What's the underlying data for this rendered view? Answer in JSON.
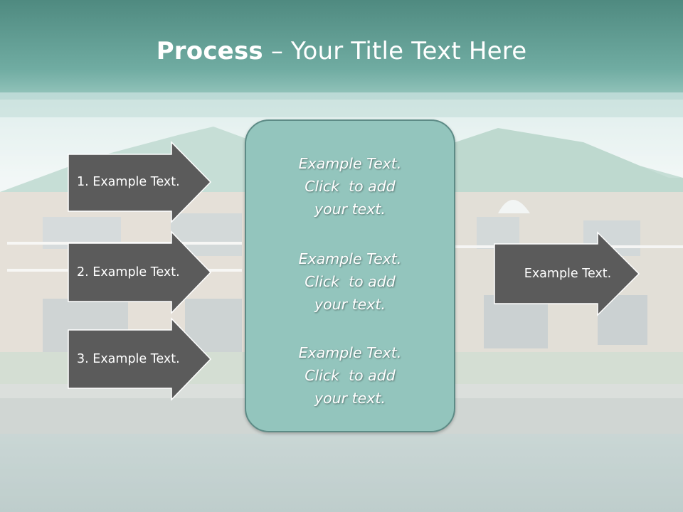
{
  "title": {
    "bold": "Process",
    "rest": " – Your Title Text Here"
  },
  "left_arrows": [
    {
      "label": "1. Example Text."
    },
    {
      "label": "2. Example Text."
    },
    {
      "label": "3. Example Text."
    }
  ],
  "center_box": {
    "items": [
      {
        "line1": "Example Text.",
        "line2": "Click  to add",
        "line3": "your text."
      },
      {
        "line1": "Example Text.",
        "line2": "Click  to add",
        "line3": "your text."
      },
      {
        "line1": "Example Text.",
        "line2": "Click  to add",
        "line3": "your text."
      }
    ]
  },
  "right_arrow": {
    "label": "Example Text."
  },
  "colors": {
    "header_teal": "#5f968d",
    "arrow_fill": "#5b5b5b",
    "box_fill": "#93c5bd"
  }
}
